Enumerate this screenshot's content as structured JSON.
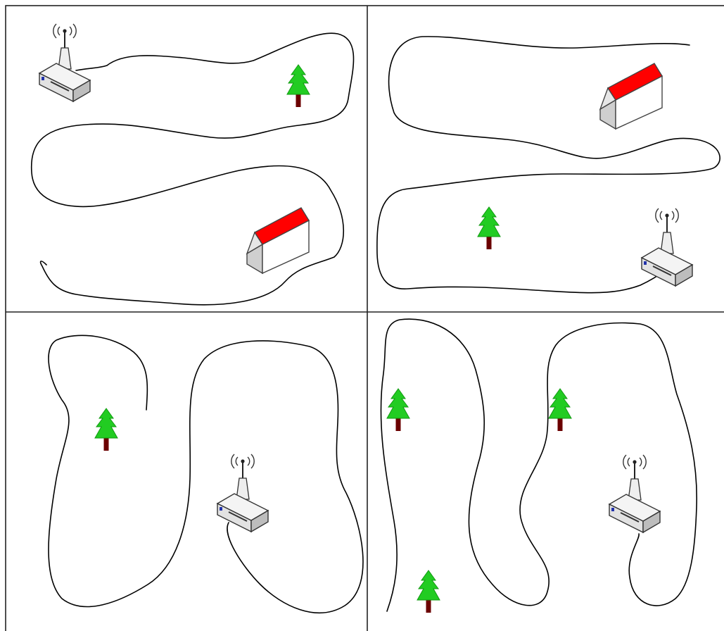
{
  "figure": {
    "panels": [
      {
        "id": "panel-1",
        "icons": [
          "router-icon",
          "tree-icon",
          "house-icon"
        ]
      },
      {
        "id": "panel-2",
        "icons": [
          "house-icon",
          "tree-icon",
          "router-icon"
        ]
      },
      {
        "id": "panel-3",
        "icons": [
          "tree-icon",
          "router-icon"
        ]
      },
      {
        "id": "panel-4",
        "icons": [
          "tree-icon",
          "tree-icon",
          "tree-icon",
          "router-icon"
        ]
      }
    ]
  },
  "colors": {
    "roof": "#ff0000",
    "tree_foliage": "#22cc22",
    "tree_trunk": "#6b0000",
    "router_body": "#d9d9d9",
    "path": "#000000"
  }
}
